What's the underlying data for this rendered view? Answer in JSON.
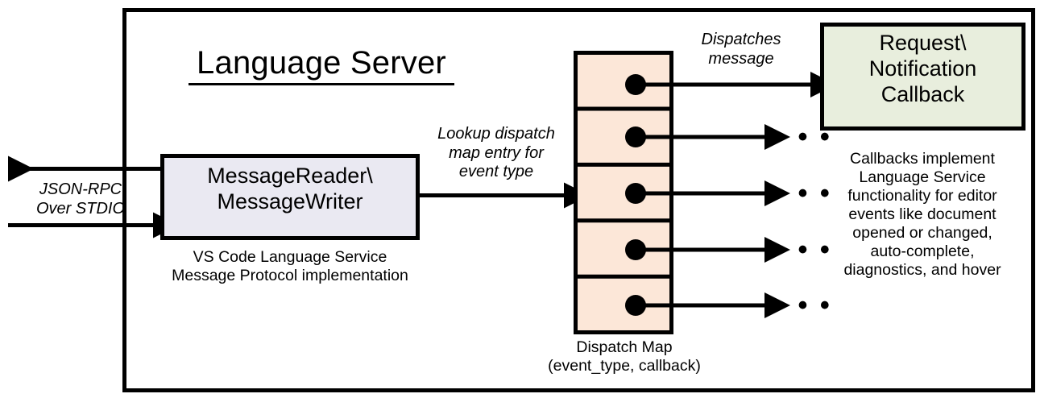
{
  "diagram": {
    "title": "Language Server",
    "outer_frame": {
      "name": "language-server-boundary"
    },
    "nodes": [
      {
        "id": "message-reader-writer",
        "label": "MessageReader\\\nMessageWriter",
        "fill": "#eae9f2",
        "stroke": "#000000",
        "caption": "VS Code Language Service\nMessage Protocol implementation"
      },
      {
        "id": "dispatch-map",
        "label": "",
        "fill": "#fce7d8",
        "stroke": "#000000",
        "caption": "Dispatch Map\n(event_type, callback)",
        "rows": 5
      },
      {
        "id": "request-notification-callback",
        "label": "Request\\\nNotification\nCallback",
        "fill": "#e8eedd",
        "stroke": "#000000",
        "caption": "Callbacks implement\nLanguage Service\nfunctionality for editor\nevents like document\nopened or changed,\nauto-complete,\ndiagnostics, and hover"
      }
    ],
    "edge_labels": {
      "external_io": "JSON-RPC\nOver STDIO",
      "lookup": "Lookup dispatch\nmap entry for\nevent type",
      "dispatch": "Dispatches\nmessage"
    },
    "ellipsis": "• • •",
    "ellipsis_count": 4
  }
}
